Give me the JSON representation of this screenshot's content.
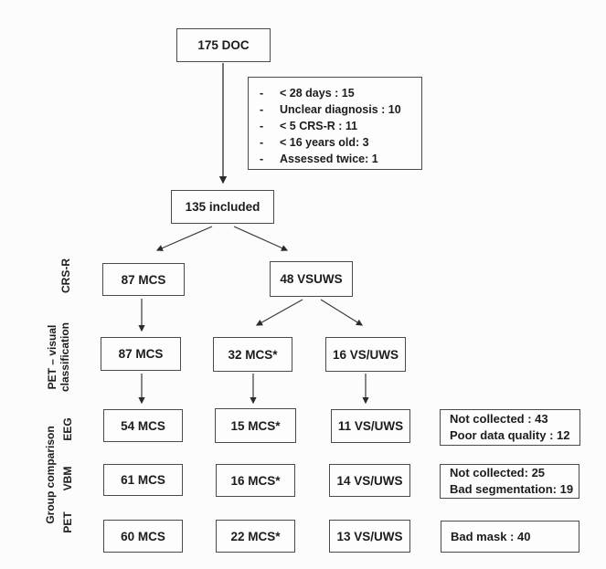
{
  "diagram": {
    "top_box": "175 DOC",
    "exclusion_bullet": "-",
    "exclusion_items": [
      "< 28 days : 15",
      "Unclear diagnosis : 10",
      "< 5 CRS-R : 11",
      "< 16 years old: 3",
      "Assessed twice: 1"
    ],
    "included_box": "135 included",
    "row_labels": {
      "crsr": "CRS-R",
      "pet_visual_line1": "PET – visual",
      "pet_visual_line2": "classification",
      "eeg": "EEG",
      "vbm": "VBM",
      "pet": "PET",
      "group": "Group comparison"
    },
    "crsr_row": {
      "mcs": "87 MCS",
      "vsuws": "48 VSUWS"
    },
    "pet_visual_row": {
      "mcs": "87 MCS",
      "mcs_star": "32 MCS*",
      "vsuws": "16 VS/UWS"
    },
    "eeg_row": {
      "mcs": "54 MCS",
      "mcs_star": "15 MCS*",
      "vsuws": "11 VS/UWS",
      "note_line1": "Not collected : 43",
      "note_line2": "Poor data quality : 12"
    },
    "vbm_row": {
      "mcs": "61 MCS",
      "mcs_star": "16 MCS*",
      "vsuws": "14 VS/UWS",
      "note_line1": "Not collected: 25",
      "note_line2": "Bad segmentation: 19"
    },
    "pet_row": {
      "mcs": "60 MCS",
      "mcs_star": "22 MCS*",
      "vsuws": "13 VS/UWS",
      "note_line1": "Bad mask : 40"
    },
    "colors": {
      "border": "#4a4a4a",
      "text": "#1c1c1c",
      "background": "#fcfcfc"
    }
  }
}
